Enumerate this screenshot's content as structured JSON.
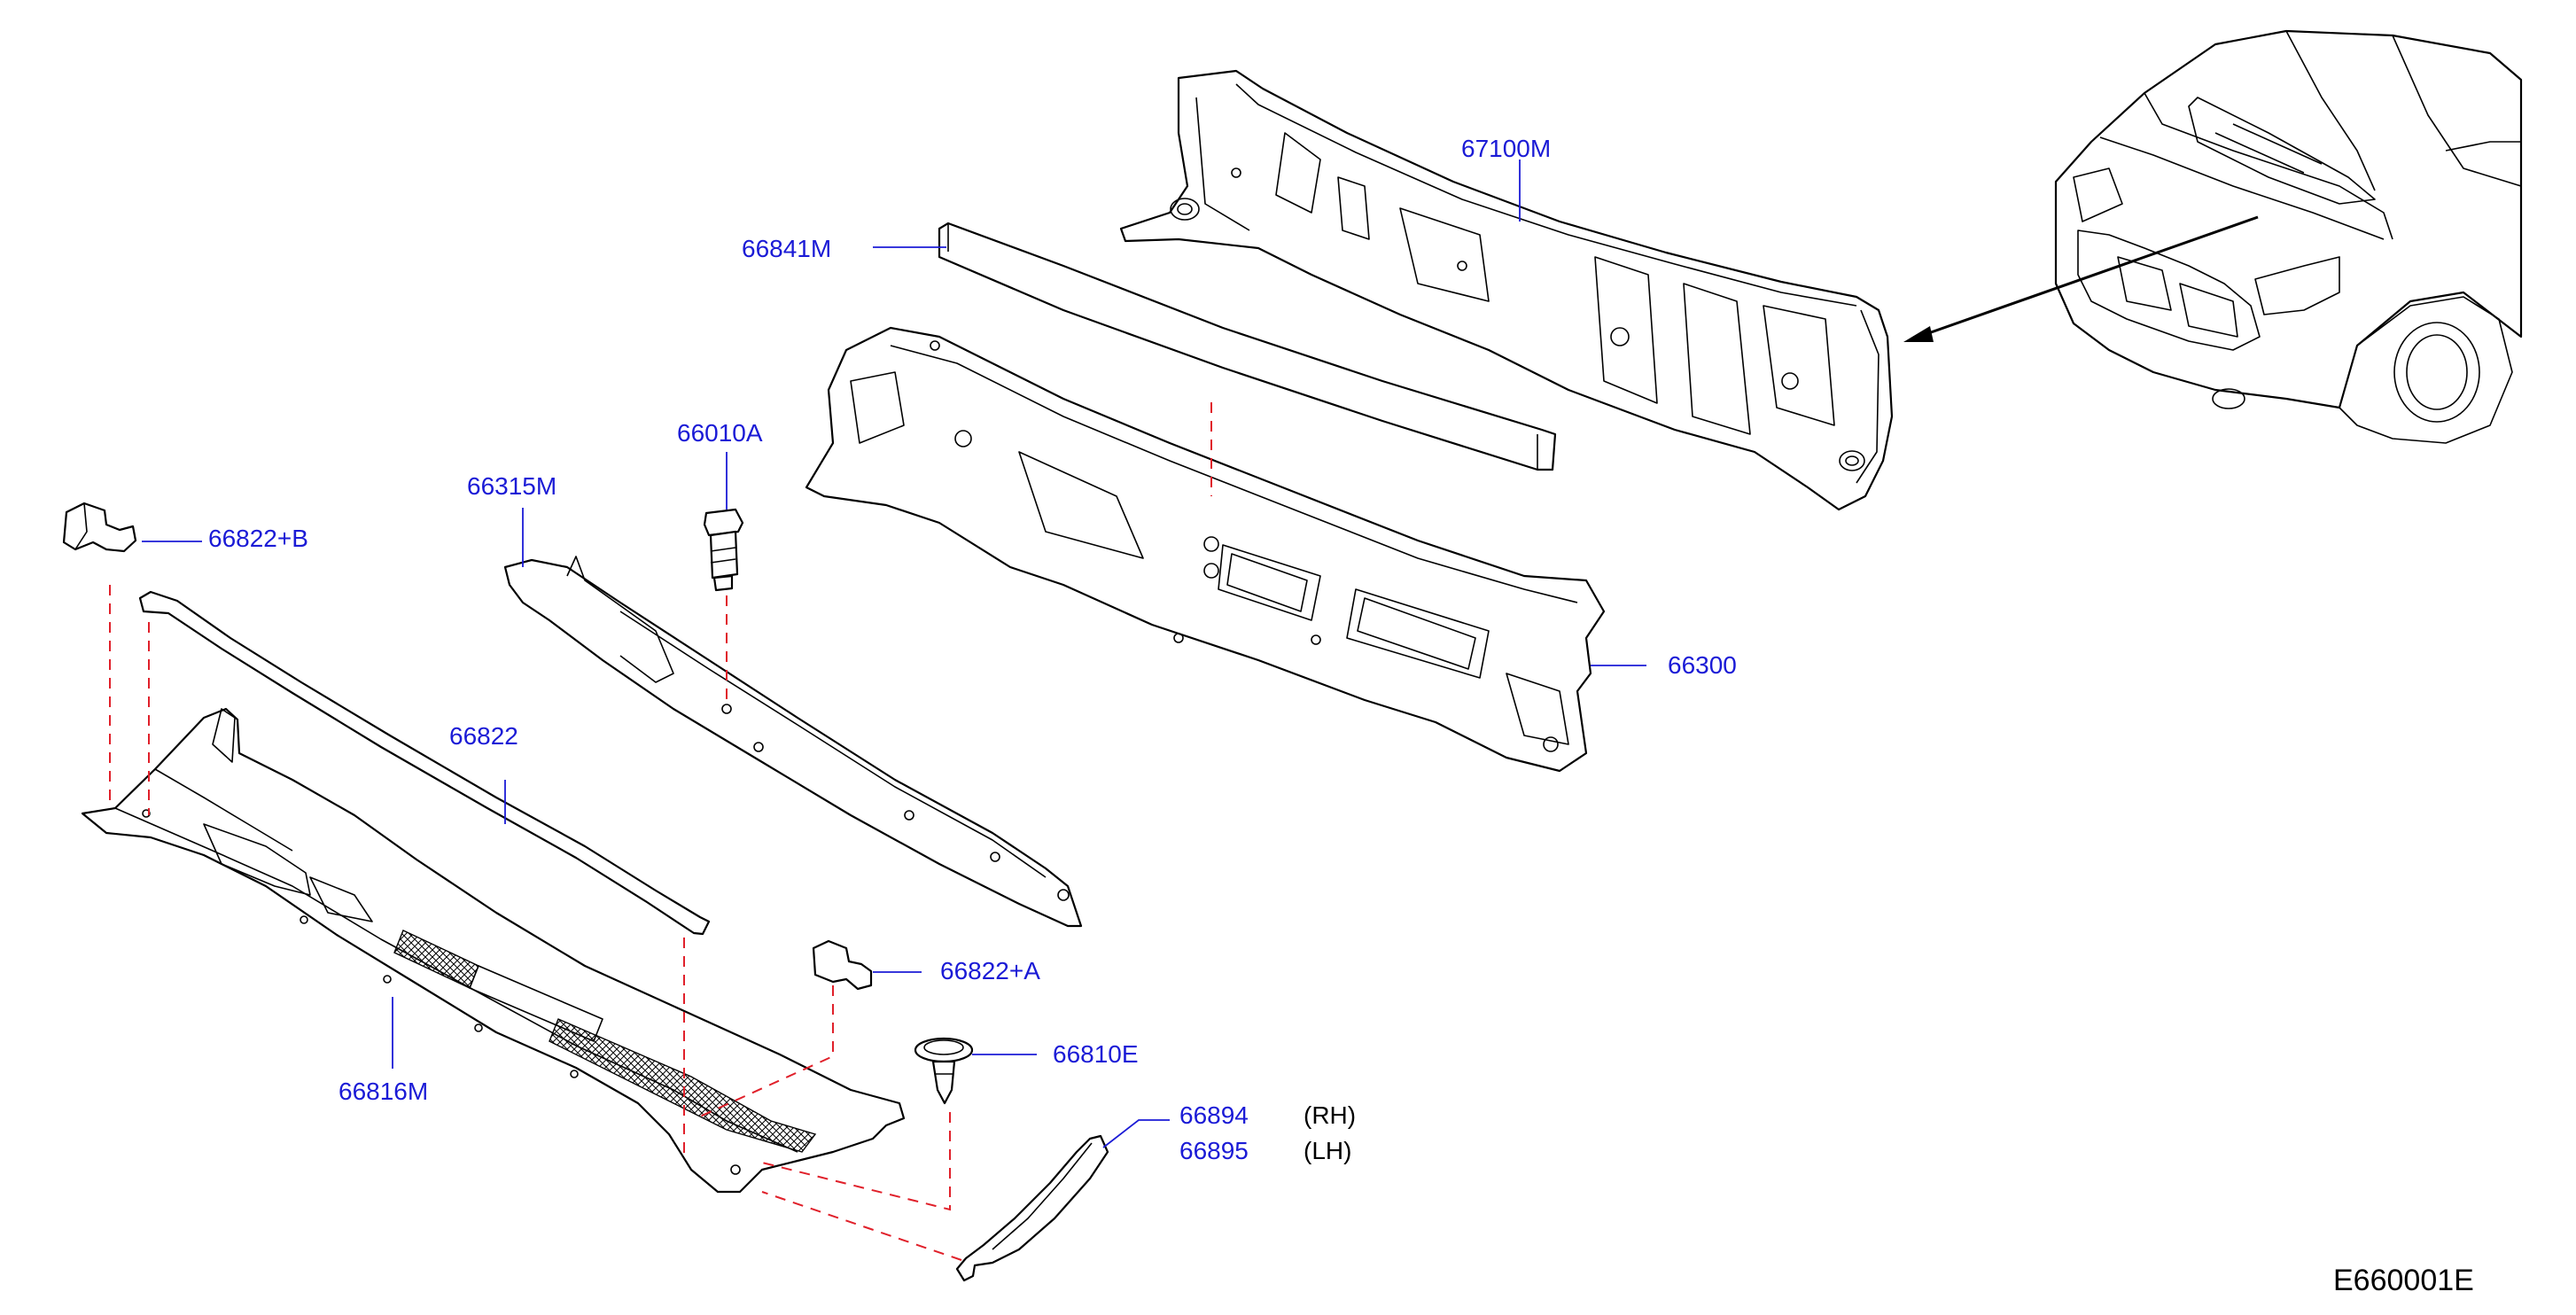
{
  "diagram": {
    "code": "E660001E",
    "labels": {
      "p67100M": "67100M",
      "p66841M": "66841M",
      "p66010A": "66010A",
      "p66315M": "66315M",
      "p66822B": "66822+B",
      "p66822": "66822",
      "p66300": "66300",
      "p66816M": "66816M",
      "p66822A": "66822+A",
      "p66810E": "66810E",
      "p66894": "66894",
      "p66895": "66895"
    },
    "side_notes": {
      "rh": "(RH)",
      "lh": "(LH)"
    },
    "colors": {
      "label": "#1b1bd6",
      "dash": "#e0202a",
      "line": "#000000"
    }
  }
}
